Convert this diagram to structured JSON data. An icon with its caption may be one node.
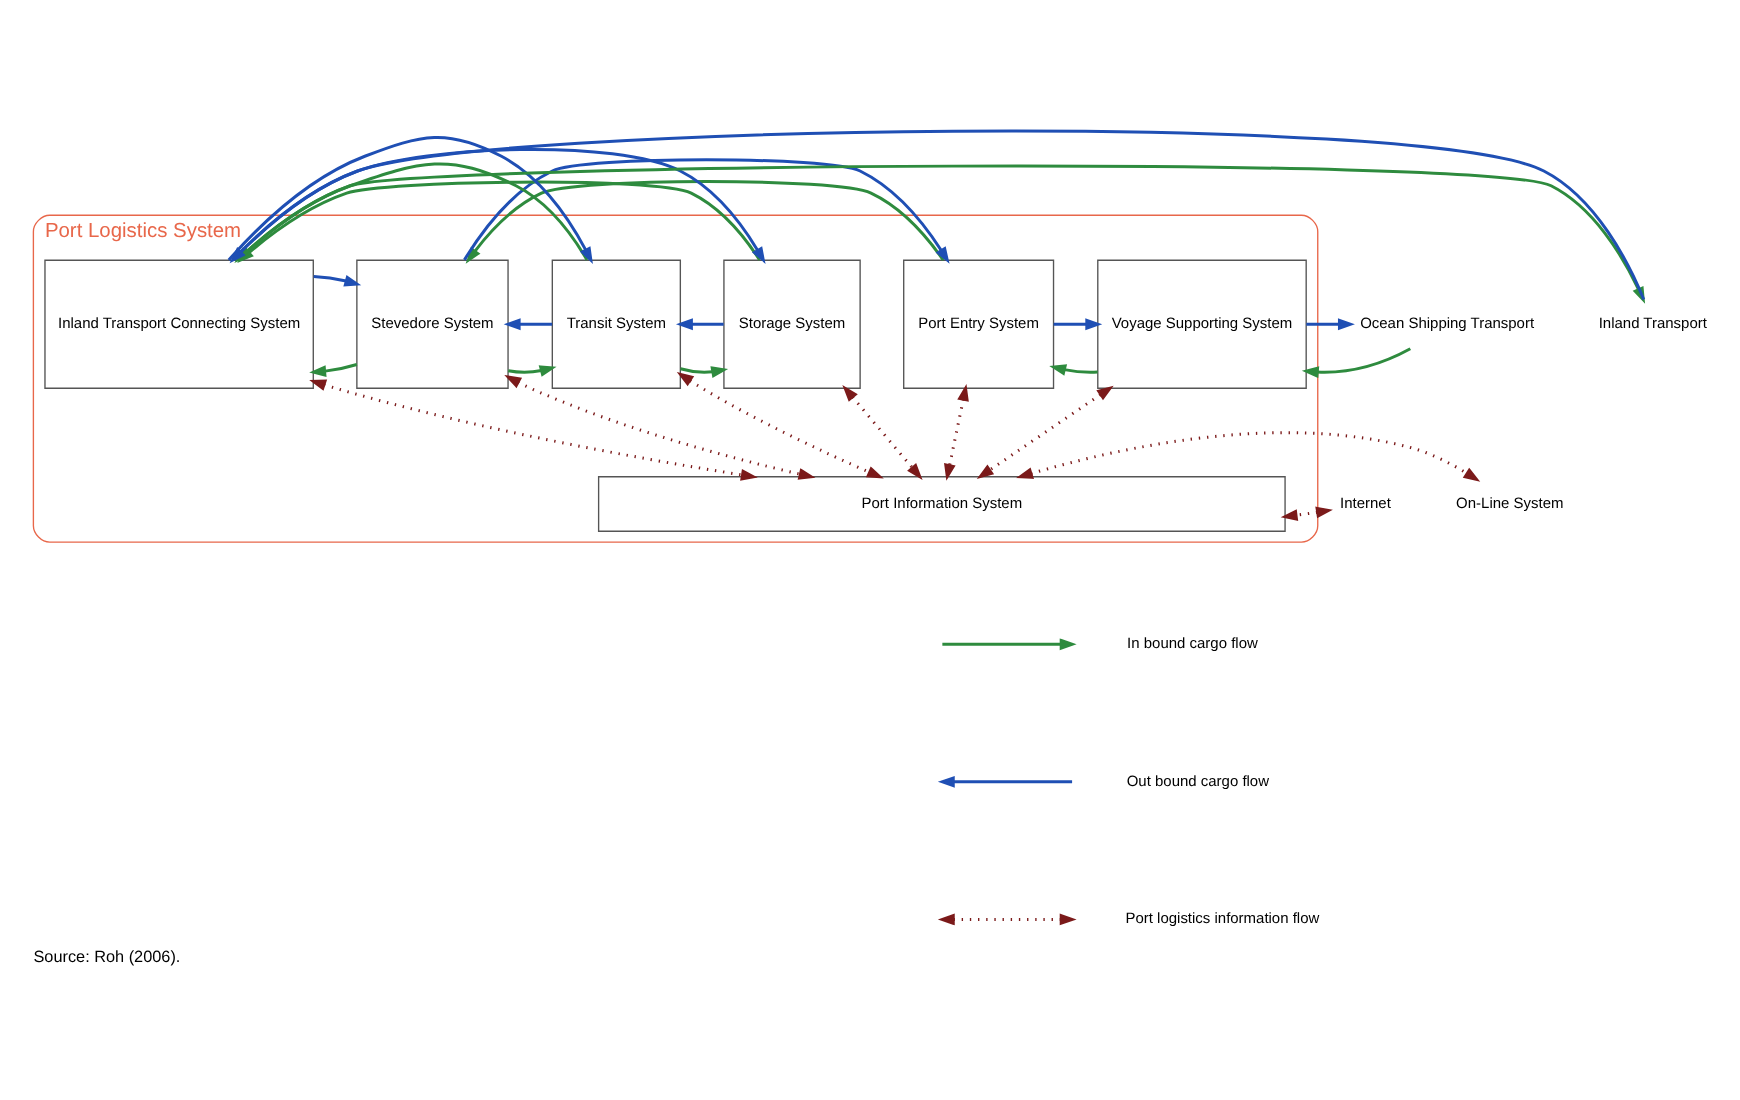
{
  "diagram": {
    "caption": "Source: Roh (2006).",
    "nodes": [
      {
        "text": [
          "Port Logistics System"
        ]
      },
      {
        "text": [
          "Voyage Supporting System"
        ],
        "in": 0
      },
      {
        "text": [
          "Port Entry System"
        ],
        "in": 0
      },
      {
        "text": [
          "Stevedore System"
        ],
        "in": 0
      },
      {
        "text": [
          "Transit System"
        ],
        "in": 0
      },
      {
        "text": [
          "Storage System"
        ],
        "in": 0
      },
      {
        "text": [
          "Inland Transport Connecting System"
        ],
        "in": 0
      },
      {
        "text": [
          "Port Information System"
        ],
        "in": 0
      },
      {
        "text": [
          "Ocean Shipping Transport"
        ]
      },
      {
        "text": [
          "Inland Transport"
        ]
      },
      {
        "text": [
          "Internet"
        ]
      },
      {
        "text": [
          "On-Line System"
        ]
      }
    ],
    "edges": [
      {
        "from": 8,
        "to": 1,
        "arrow": "to",
        "color": "#2e8b3e"
      },
      {
        "from": 1,
        "to": 2,
        "arrow": "to",
        "color": "#2e8b3e"
      },
      {
        "from": 2,
        "to": 3,
        "arrow": "to",
        "color": "#2e8b3e"
      },
      {
        "from": 3,
        "to": 6,
        "arrow": "to",
        "color": "#2e8b3e"
      },
      {
        "from": 3,
        "to": 4,
        "arrow": "to",
        "color": "#2e8b3e"
      },
      {
        "from": 4,
        "to": 5,
        "arrow": "to",
        "color": "#2e8b3e"
      },
      {
        "from": 4,
        "to": 6,
        "arrow": "to",
        "color": "#2e8b3e"
      },
      {
        "from": 5,
        "to": 6,
        "arrow": "to",
        "color": "#2e8b3e"
      },
      {
        "from": 6,
        "to": 9,
        "arrow": "to",
        "color": "#2e8b3e"
      },
      {
        "from": 1,
        "to": 8,
        "arrow": "to",
        "color": "#1f4fb4"
      },
      {
        "from": 2,
        "to": 1,
        "arrow": "to",
        "color": "#1f4fb4"
      },
      {
        "from": 3,
        "to": 2,
        "arrow": "to",
        "color": "#1f4fb4"
      },
      {
        "from": 6,
        "to": 3,
        "arrow": "to",
        "color": "#1f4fb4"
      },
      {
        "from": 4,
        "to": 3,
        "arrow": "to",
        "color": "#1f4fb4"
      },
      {
        "from": 5,
        "to": 4,
        "arrow": "to",
        "color": "#1f4fb4"
      },
      {
        "from": 6,
        "to": 4,
        "arrow": "to",
        "color": "#1f4fb4"
      },
      {
        "from": 6,
        "to": 5,
        "arrow": "to",
        "color": "#1f4fb4"
      },
      {
        "from": 9,
        "to": 6,
        "arrow": "to",
        "color": "#1f4fb4"
      },
      {
        "from": 1,
        "to": 7,
        "arrow": "both",
        "style": "dashed",
        "color": "#7b1a1a"
      },
      {
        "from": 2,
        "to": 7,
        "arrow": "both",
        "style": "dashed",
        "color": "#7b1a1a"
      },
      {
        "from": 3,
        "to": 7,
        "arrow": "both",
        "style": "dashed",
        "color": "#7b1a1a"
      },
      {
        "from": 4,
        "to": 7,
        "arrow": "both",
        "style": "dashed",
        "color": "#7b1a1a"
      },
      {
        "from": 5,
        "to": 7,
        "arrow": "both",
        "style": "dashed",
        "color": "#7b1a1a"
      },
      {
        "from": 6,
        "to": 7,
        "arrow": "both",
        "style": "dashed",
        "color": "#7b1a1a"
      },
      {
        "from": 10,
        "to": 7,
        "arrow": "both",
        "style": "dashed",
        "color": "#7b1a1a"
      },
      {
        "from": 7,
        "to": 11,
        "arrow": "both",
        "style": "dashed",
        "color": "#7b1a1a"
      }
    ],
    "legend": [
      {
        "text": "In bound cargo flow"
      },
      {
        "text": "Out bound cargo flow"
      },
      {
        "text": "Port logistics information flow"
      }
    ]
  }
}
